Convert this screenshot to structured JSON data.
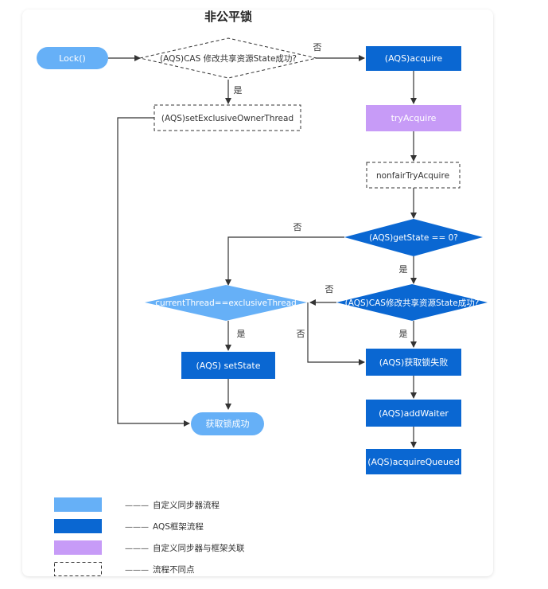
{
  "title": "非公平锁",
  "colors": {
    "custom_sync": "#66b0f7",
    "aqs": "#0a67d2",
    "link": "#c79bf7",
    "line": "#333333",
    "text_dark": "#333333",
    "text_light": "#ffffff"
  },
  "nodes": {
    "lock": "Lock()",
    "cas_state_1": "(AQS)CAS 修改共享资源State成功?",
    "acquire": "(AQS)acquire",
    "set_owner": "(AQS)setExclusiveOwnerThread",
    "try_acquire": "tryAcquire",
    "nonfair_try_acquire": "nonfairTryAcquire",
    "get_state": "(AQS)getState == 0?",
    "current_thread": "currentThread==exclusiveThread",
    "cas_state_2": "(AQS)CAS修改共享资源State成功?",
    "set_state": "(AQS) setState",
    "acquire_fail": "(AQS)获取锁失败",
    "acquire_success": "获取锁成功",
    "add_waiter": "(AQS)addWaiter",
    "acquire_queued": "(AQS)acquireQueued"
  },
  "edge_labels": {
    "no": "否",
    "yes": "是"
  },
  "legend": {
    "dash": "———",
    "items": [
      "自定义同步器流程",
      "AQS框架流程",
      "自定义同步器与框架关联",
      "流程不同点"
    ]
  }
}
